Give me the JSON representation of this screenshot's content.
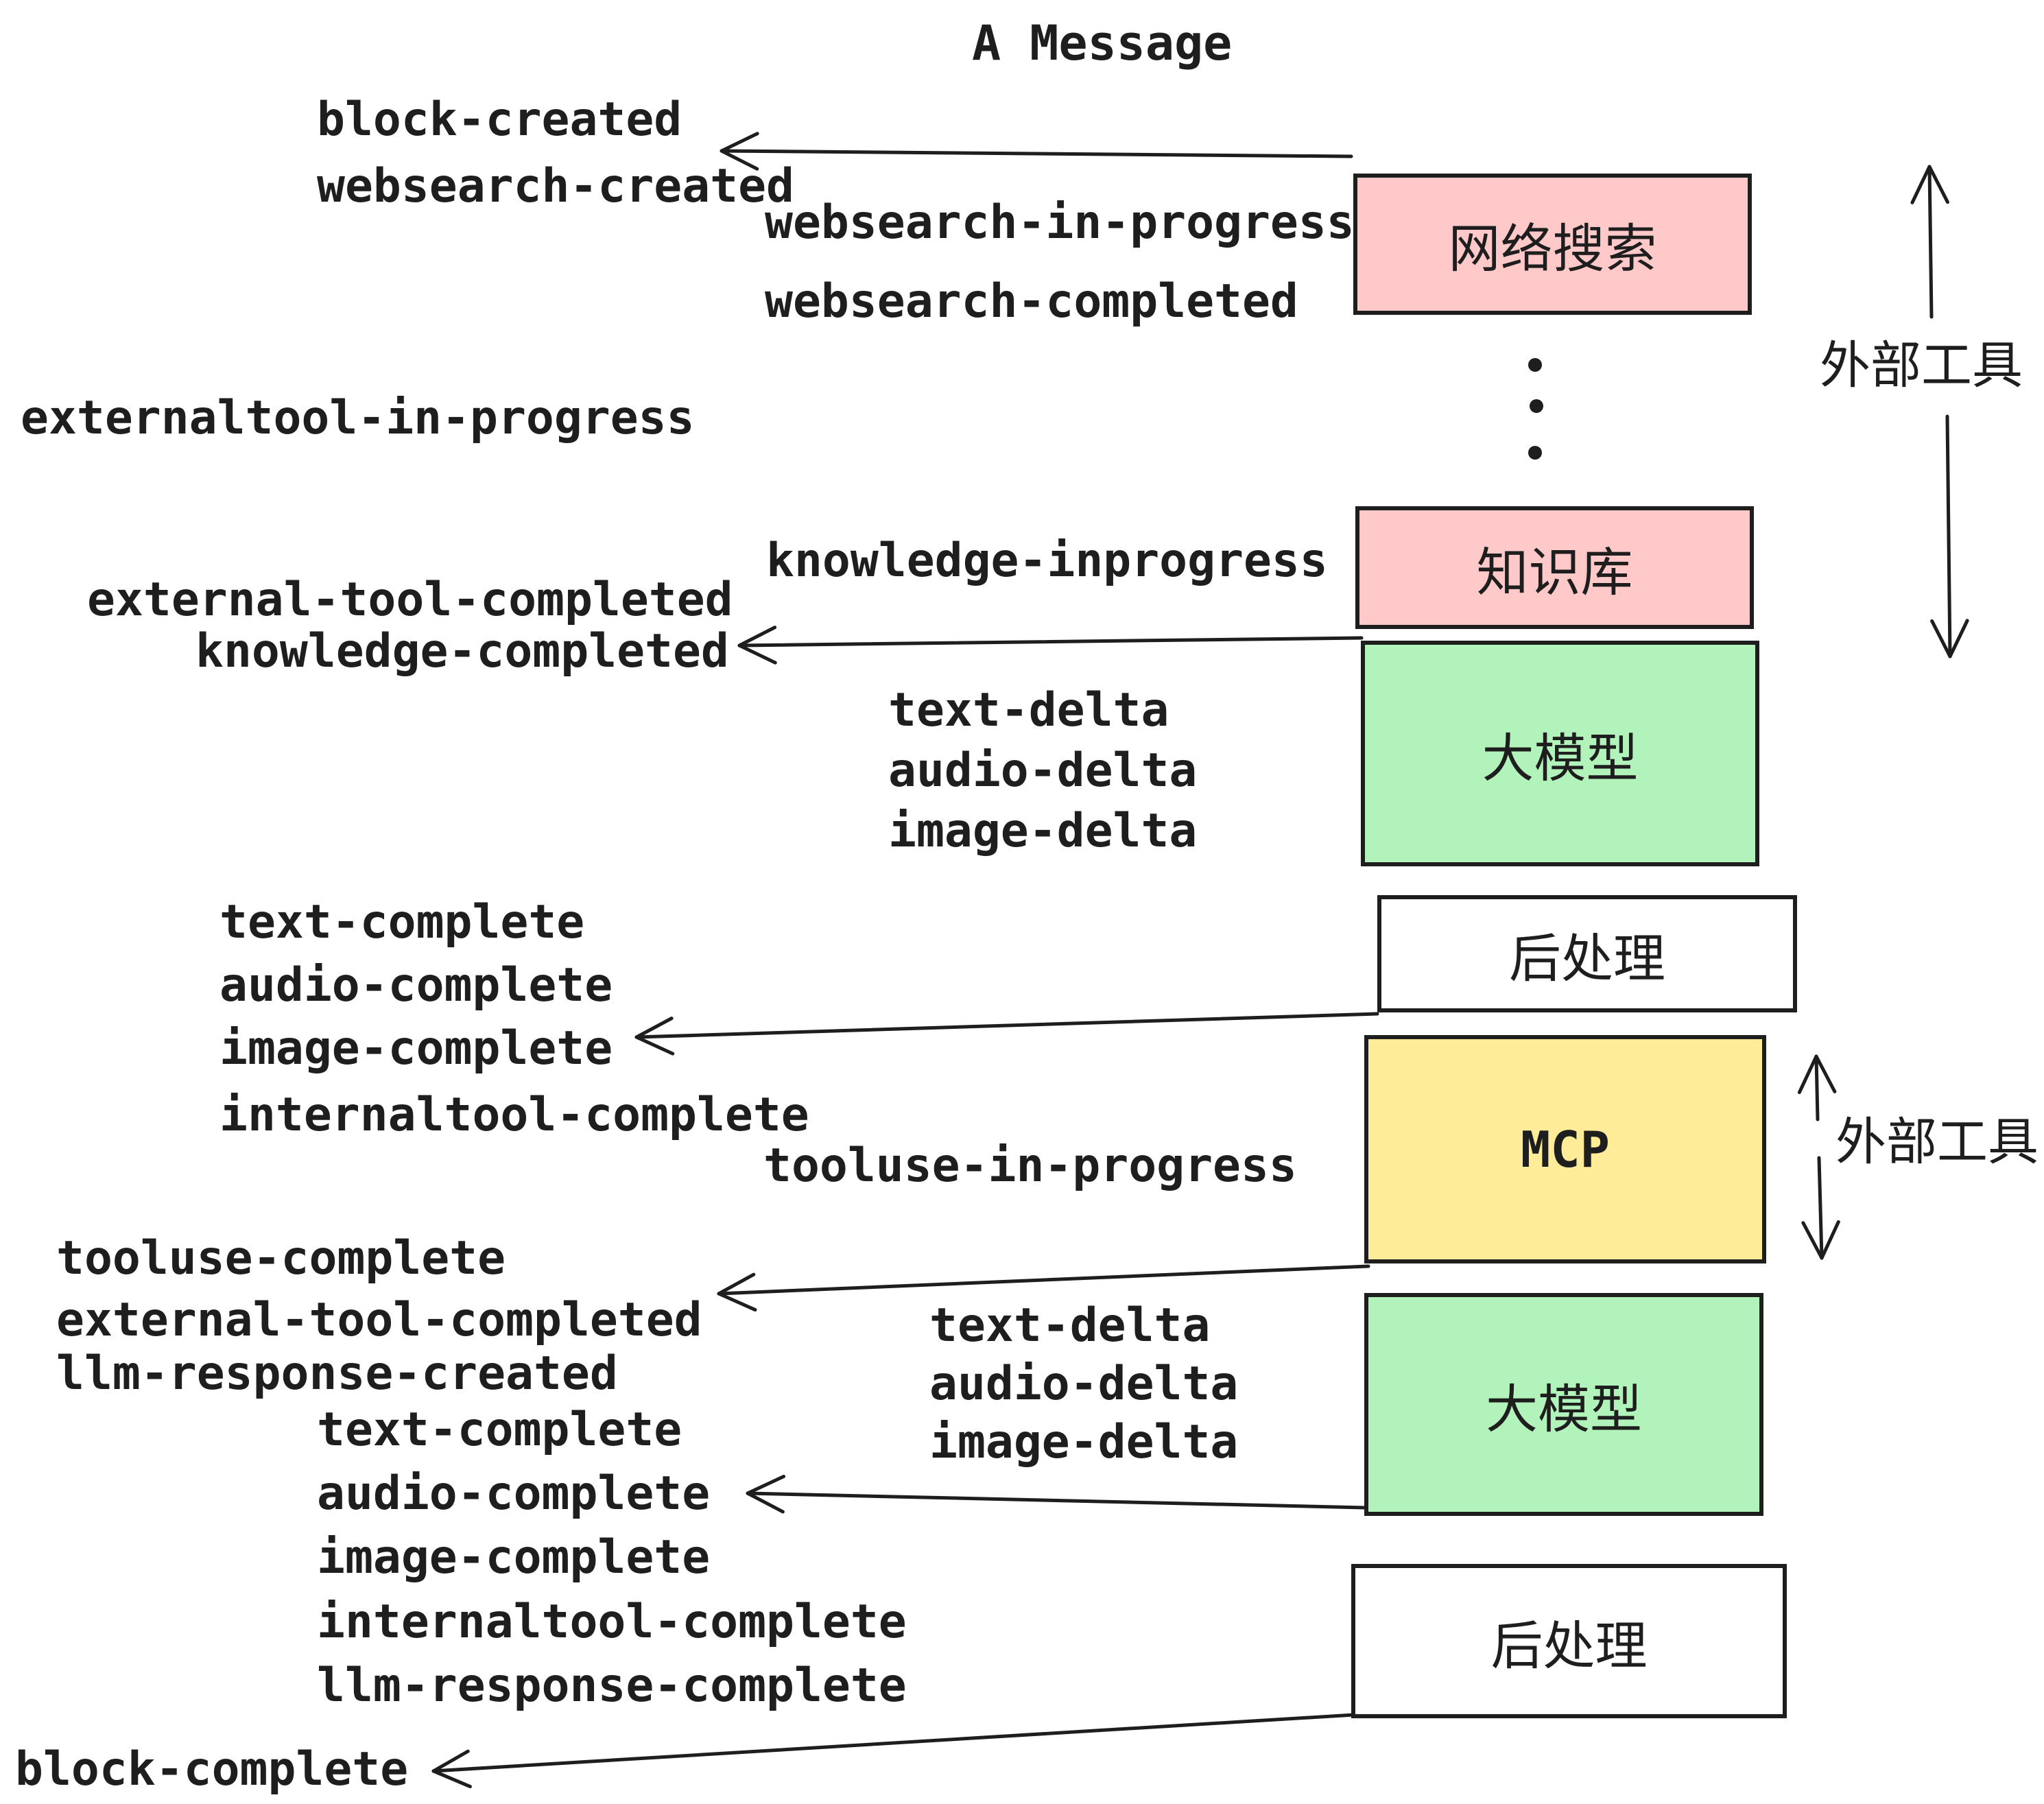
{
  "title": "A Message",
  "colors": {
    "box_pink": "#FFC9C9",
    "box_green": "#B2F2BB",
    "box_yellow": "#FFEC99",
    "box_white": "#FFFFFF",
    "stroke": "#1E1E1E"
  },
  "boxes": [
    {
      "id": "websearch",
      "label": "网络搜索"
    },
    {
      "id": "knowledge",
      "label": "知识库"
    },
    {
      "id": "llm-1",
      "label": "大模型"
    },
    {
      "id": "postprocess-1",
      "label": "后处理"
    },
    {
      "id": "mcp",
      "label": "MCP"
    },
    {
      "id": "llm-2",
      "label": "大模型"
    },
    {
      "id": "postprocess-2",
      "label": "后处理"
    }
  ],
  "annotations": {
    "external_tools_1": "外部工具",
    "external_tools_2": "外部工具"
  },
  "events": {
    "block_created": "block-created",
    "websearch_created": "websearch-created",
    "websearch_in_progress": "websearch-in-progress",
    "websearch_completed": "websearch-completed",
    "externaltool_in_progress": "externaltool-in-progress",
    "knowledge_inprogress": "knowledge-inprogress",
    "external_tool_completed_1": "external-tool-completed",
    "knowledge_completed": "knowledge-completed",
    "text_delta_1": "text-delta",
    "audio_delta_1": "audio-delta",
    "image_delta_1": "image-delta",
    "text_complete_1": "text-complete",
    "audio_complete_1": "audio-complete",
    "image_complete_1": "image-complete",
    "internaltool_complete_1": "internaltool-complete",
    "tooluse_in_progress": "tooluse-in-progress",
    "tooluse_complete": "tooluse-complete",
    "external_tool_completed_2": "external-tool-completed",
    "llm_response_created": "llm-response-created",
    "text_delta_2": "text-delta",
    "audio_delta_2": "audio-delta",
    "image_delta_2": "image-delta",
    "text_complete_2": "text-complete",
    "audio_complete_2": "audio-complete",
    "image_complete_2": "image-complete",
    "internaltool_complete_2": "internaltool-complete",
    "llm_response_complete": "llm-response-complete",
    "block_complete": "block-complete"
  }
}
